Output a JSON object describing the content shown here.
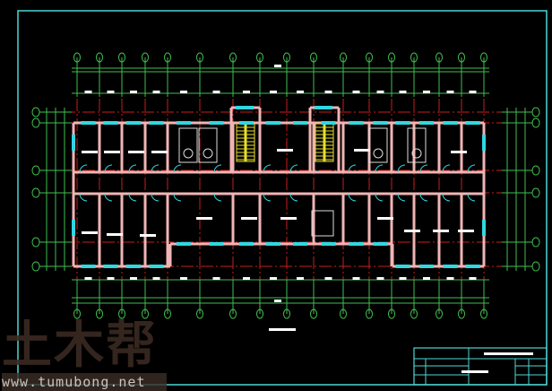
{
  "drawing": {
    "type": "cad-floor-plan",
    "colors": {
      "background": "#000000",
      "frame": "#4fd6d6",
      "axis": "#3fbf4f",
      "grid": "#c81e1e",
      "wall": "#f0b4b4",
      "window": "#2fd8e0",
      "stair": "#e8e02a",
      "text": "#ffffff"
    }
  },
  "watermark": {
    "name": "土木帮",
    "url": "www.tumubong.net"
  }
}
